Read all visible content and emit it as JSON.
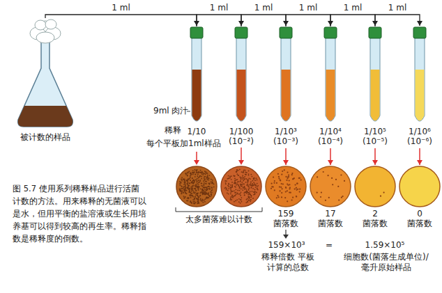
{
  "diagram": {
    "caption": "图 5.7 使用系列稀释样品进行活菌计数的方法。用来稀释的无菌液可以是水，但用平衡的盐溶液或生长用培养基可以得到较高的再生率。稀释指数是稀释度的倒数。",
    "nodes": [
      {
        "text": [
          "被计数的样品"
        ]
      },
      {
        "text": [
          "1/10"
        ]
      },
      {
        "text": [
          "1/100",
          "(10⁻²)"
        ]
      },
      {
        "text": [
          "1/10³",
          "(10⁻³)"
        ]
      },
      {
        "text": [
          "1/10⁴",
          "(10⁻⁴)"
        ]
      },
      {
        "text": [
          "1/10⁵",
          "(10⁻⁵)"
        ]
      },
      {
        "text": [
          "1/10⁶",
          "(10⁻⁶)"
        ]
      },
      {
        "text": [
          "159",
          "菌落数"
        ]
      },
      {
        "text": [
          "17",
          "菌落数"
        ]
      },
      {
        "text": [
          "2",
          "菌落数"
        ]
      },
      {
        "text": [
          "0",
          "菌落数"
        ]
      }
    ],
    "edges": [
      {
        "from": 0,
        "to": 1,
        "label": "1 ml",
        "arrow": "to"
      },
      {
        "from": 1,
        "to": 2,
        "label": "1 ml",
        "arrow": "to"
      },
      {
        "from": 2,
        "to": 3,
        "label": "1 ml",
        "arrow": "to"
      },
      {
        "from": 3,
        "to": 4,
        "label": "1 ml",
        "arrow": "to"
      },
      {
        "from": 4,
        "to": 5,
        "label": "1 ml",
        "arrow": "to"
      },
      {
        "from": 5,
        "to": 6,
        "label": "1 ml",
        "arrow": "to"
      },
      {
        "from": 3,
        "to": 7,
        "arrow": "to"
      },
      {
        "from": 4,
        "to": 8,
        "arrow": "to"
      },
      {
        "from": 5,
        "to": 9,
        "arrow": "to"
      },
      {
        "from": 6,
        "to": 10,
        "arrow": "to"
      }
    ],
    "labels": [
      "9ml 肉汁",
      "稀释",
      "每个平板加1ml样品",
      "太多菌落难以计数",
      "159×10³",
      "=",
      "1.59×10⁵",
      "稀释倍数 平板计算的总数",
      "细胞数(菌落生成单位)/毫升原始样品"
    ]
  }
}
